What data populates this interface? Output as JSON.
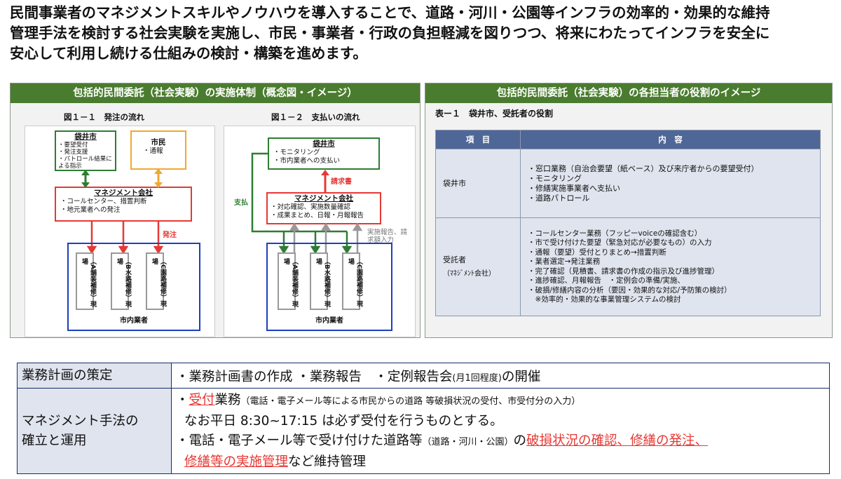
{
  "intro": {
    "line1": "民間事業者のマネジメントスキルやノウハウを導入することで、道路・河川・公園等インフラの効率的・効果的な維持",
    "line2": "管理手法を検討する社会実験を実施し、市民・事業者・行政の負担軽減を図りつつ、将来にわたってインフラを安全に",
    "line3": "安心して利用し続ける仕組みの検討・構築を進めます。"
  },
  "left_panel": {
    "title": "包括的民間委託（社会実験）の実施体制（概念図・イメージ）",
    "fig1": {
      "title": "図１－１　発注の流れ",
      "city": {
        "name": "袋井市",
        "items": [
          "・要望受付",
          "・発注支援",
          "・パトロール結果による指示"
        ]
      },
      "citizen": {
        "name": "市民",
        "items": [
          "・通報"
        ]
      },
      "mgmt": {
        "name": "マネジメント会社",
        "items": [
          "・コールセンター、措置判断",
          "・地元業者への発注"
        ]
      },
      "order_label": "発注",
      "sites": [
        "現場A（舗装補修）",
        "現場B（水路補修）",
        "現場C（園路補修）"
      ],
      "contractors": "市内業者"
    },
    "fig2": {
      "title": "図１－２　支払いの流れ",
      "city": {
        "name": "袋井市",
        "items": [
          "・モニタリング",
          "・市内業者への支払い"
        ]
      },
      "invoice_label": "請求書",
      "payment_label": "支払",
      "mgmt": {
        "name": "マネジメント会社",
        "items": [
          "・対応確認、実施数量確認",
          "・成果まとめ、日報・月報報告"
        ]
      },
      "report_label": "実施報告、請求額入力",
      "sites": [
        "現場A（舗装補修）",
        "現場B（水路補修）",
        "現場C（園路補修）"
      ],
      "contractors": "市内業者"
    }
  },
  "right_panel": {
    "title": "包括的民間委託（社会実験）の各担当者の役割のイメージ",
    "table_caption": "表ー１　袋井市、受託者の役割",
    "headers": [
      "項　目",
      "内　容"
    ],
    "rows": [
      {
        "item": "袋井市",
        "sub": "",
        "content": [
          "・窓口業務（自治会要望（紙ベース）及び来庁者からの要望受付）",
          "・モニタリング",
          "・修繕実施事業者へ支払い",
          "・道路パトロール"
        ]
      },
      {
        "item": "受託者",
        "sub": "（ﾏﾈｼﾞﾒﾝﾄ会社）",
        "content": [
          "・コールセンター業務（フッピーvoiceの確認含む）",
          "・市で受け付けた要望（緊急対応が必要なもの）の入力",
          "・通報（要望）受付とりまとめ→措置判断",
          "・業者選定→発注業務",
          "・完了確認（見積書、請求書の作成の指示及び進捗管理）",
          "・進捗確認、月報報告　・定例会の準備/実施、",
          "・破損/修繕内容の分析（要因・効果的な対応/予防策の検討）",
          "　※効率的・効果的な事業管理システムの検討"
        ]
      }
    ]
  },
  "bottom": {
    "row1": {
      "head": "業務計画の策定",
      "text_a": "・業務計画書の作成 ・業務報告　・定例報告会",
      "text_small": "(月1回程度)",
      "text_b": "の開催"
    },
    "row2": {
      "head_line1": "マネジメント手法の",
      "head_line2": "確立と運用",
      "l1_prefix": "・",
      "l1_red": "受付",
      "l1_main": "業務",
      "l1_small": "（電話・電子メール等による市民からの道路 等破損状況の受付、市受付分の入力）",
      "l2": "なお平日 8:30~17:15 は必ず受付を行うものとする。",
      "l3_main": "・電話・電子メール等で受け付けた道路等",
      "l3_small": "（道路・河川・公園）",
      "l3_mid": "の",
      "l3_red": "破損状況の確認、修繕の発注、",
      "l4_red": "修繕等の実施管理",
      "l4_tail": "など維持管理"
    }
  },
  "colors": {
    "green": "#4a7c2f",
    "red": "#e53935",
    "blue": "#1e3fbf",
    "navy": "#4f6797"
  }
}
